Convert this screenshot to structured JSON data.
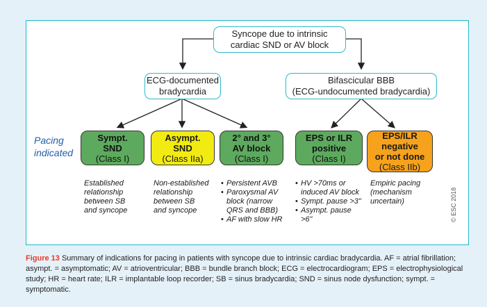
{
  "root": {
    "line1": "Syncope due to intrinsic",
    "line2": "cardiac SND or AV block"
  },
  "left_branch": {
    "line1": "ECG-documented",
    "line2": "bradycardia"
  },
  "right_branch": {
    "line1": "Bifascicular BBB",
    "line2": "(ECG-undocumented bradycardia)"
  },
  "pacing_label": {
    "line1": "Pacing",
    "line2": "indicated"
  },
  "outcomes": [
    {
      "line1": "Sympt.",
      "line2": "SND",
      "cls": "(Class I)",
      "color": "#5daa5e"
    },
    {
      "line1": "Asympt.",
      "line2": "SND",
      "cls": "(Class IIa)",
      "color": "#f2eb12"
    },
    {
      "line1": "2° and 3°",
      "line2": "AV block",
      "cls": "(Class I)",
      "color": "#5daa5e"
    },
    {
      "line1": "EPS or ILR",
      "line2": "positive",
      "cls": "(Class I)",
      "color": "#5daa5e"
    },
    {
      "line1": "EPS/ILR",
      "line2": "negative",
      "line3": "or not done",
      "cls": "(Class IIb)",
      "color": "#f6a21c"
    }
  ],
  "notes": {
    "sympt_snd": [
      "Established",
      "relationship",
      "between SB",
      "and syncope"
    ],
    "asympt_snd": [
      "Non-established",
      "relationship",
      "between SB",
      "and syncope"
    ],
    "av_block": [
      "Persistent AVB",
      "Paroxysmal AV block (narrow QRS and BBB)",
      "AF with slow HR"
    ],
    "eps_positive": [
      "HV >70ms or induced AV block",
      "Sympt. pause >3\"",
      "Asympt. pause >6\""
    ],
    "eps_negative": [
      "Empiric pacing",
      "(mechanism",
      "uncertain)"
    ]
  },
  "copyright": "© ESC 2018",
  "caption": {
    "label": "Figure 13",
    "text": " Summary of indications for pacing in patients with syncope due to intrinsic cardiac bradycardia. AF = atrial fibrillation; asympt. = asymptomatic; AV = atrioventricular; BBB = bundle branch block; ECG = electrocardiogram; EPS = electrophysiological study; HR = heart rate; ILR = implantable loop recorder; SB = sinus bradycardia; SND = sinus node dysfunction; sympt. = symptomatic."
  },
  "colors": {
    "border": "#1db7c9",
    "panel": "#e5f1f9",
    "pacing_text": "#1e5fa8",
    "caption_label": "#e53a2a"
  }
}
